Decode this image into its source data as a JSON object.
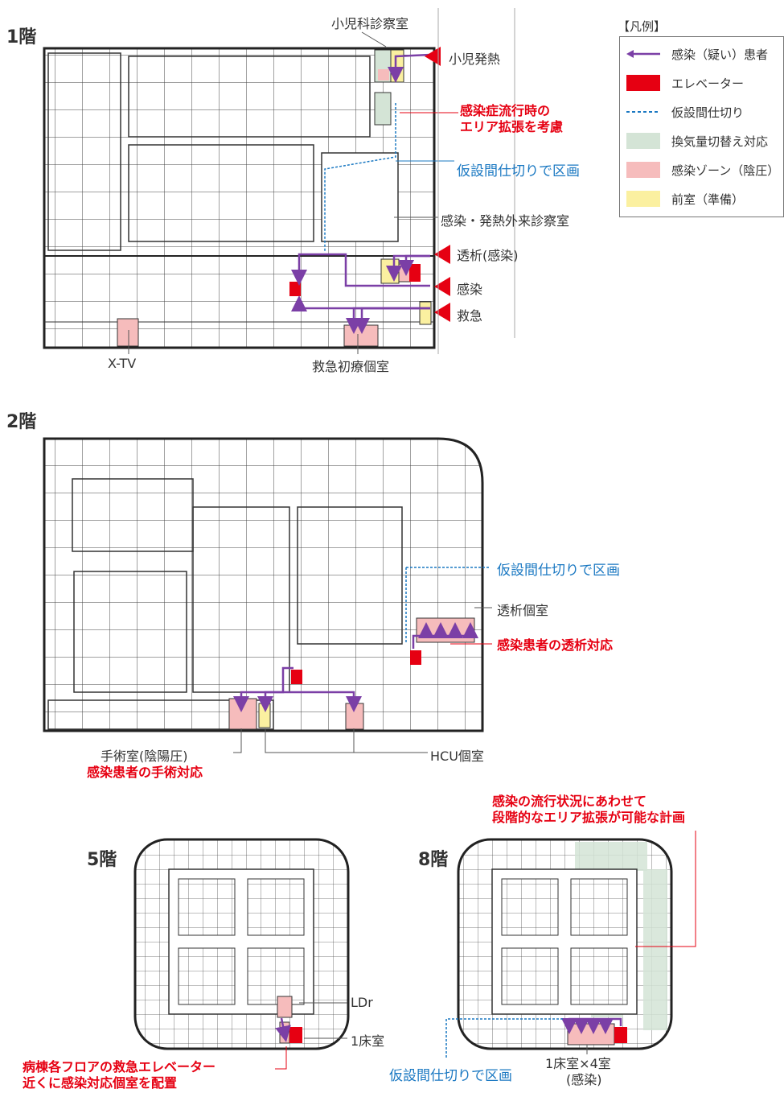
{
  "floors": {
    "f1": "1階",
    "f2": "2階",
    "f5": "5階",
    "f8": "8階"
  },
  "legend": {
    "title": "【凡例】",
    "items": [
      {
        "label": "感染（疑い）患者",
        "color": "#7b3fa6"
      },
      {
        "label": "エレベーター",
        "color": "#e60012"
      },
      {
        "label": "仮設間仕切り",
        "color": "#1a78c2"
      },
      {
        "label": "換気量切替え対応",
        "color": "#d4e4d6"
      },
      {
        "label": "感染ゾーン（陰圧）",
        "color": "#f6bcbc"
      },
      {
        "label": "前室（準備）",
        "color": "#fbf0a0"
      }
    ]
  },
  "floor1": {
    "pediatric_room": "小児科診察室",
    "pediatric_fever": "小児発熱",
    "expansion_note_1": "感染症流行時の",
    "expansion_note_2": "エリア拡張を考慮",
    "partition": "仮設間仕切りで区画",
    "outpatient": "感染・発熱外来診察室",
    "dialysis_infection": "透析(感染)",
    "infection": "感染",
    "emergency": "救急",
    "xtv": "X-TV",
    "er_private": "救急初療個室"
  },
  "floor2": {
    "partition": "仮設間仕切りで区画",
    "dialysis_private": "透析個室",
    "dialysis_note": "感染患者の透析対応",
    "or_room": "手術室(陰陽圧)",
    "or_note": "感染患者の手術対応",
    "hcu": "HCU個室"
  },
  "upper": {
    "plan_note_1": "感染の流行状況にあわせて",
    "plan_note_2": "段階的なエリア拡張が可能な計画",
    "ldr": "LDr",
    "single_room": "1床室",
    "ward_note_1": "病棟各フロアの救急エレベーター",
    "ward_note_2": "近くに感染対応個室を配置",
    "partition": "仮設間仕切りで区画",
    "rooms_x4": "1床室×4室",
    "infection_paren": "(感染)"
  }
}
